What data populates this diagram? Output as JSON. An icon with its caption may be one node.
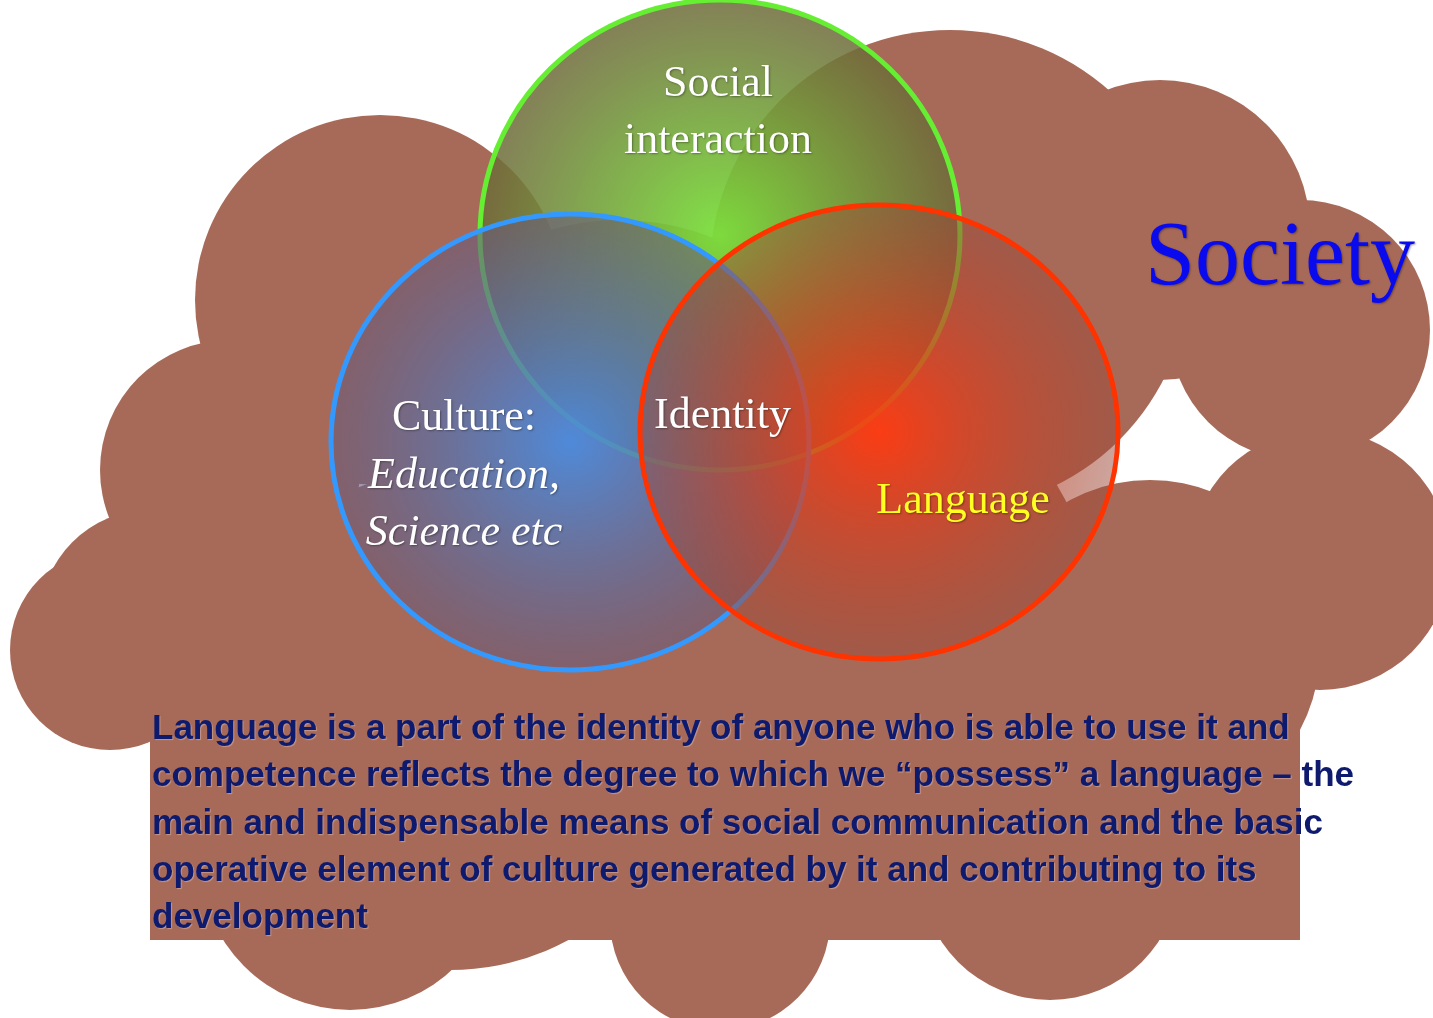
{
  "diagram": {
    "nodes": [
      {
        "text": [
          "Society"
        ]
      },
      {
        "text": [
          "Social interaction"
        ],
        "in": 0
      },
      {
        "text": [
          "Culture:",
          "Education, Science etc"
        ],
        "in": 0
      },
      {
        "text": [
          "Language"
        ],
        "in": 0
      }
    ],
    "labels": [
      "Identity",
      "Language is a part of the identity of anyone who is able to use it and competence reflects the degree to which we “possess” a language – the main and indispensable means of social communication and the basic operative element of culture generated by it and contributing to its development"
    ]
  }
}
